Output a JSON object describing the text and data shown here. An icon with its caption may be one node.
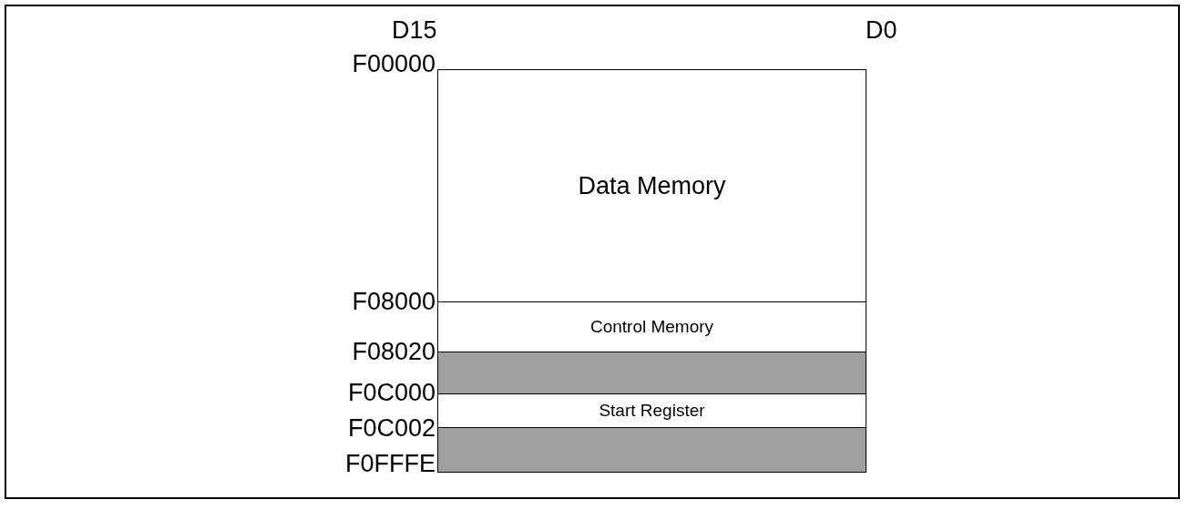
{
  "diagram": {
    "nodes": [
      {
        "text": [
          "Data Memory"
        ]
      },
      {
        "text": [
          "Control Memory"
        ]
      },
      {
        "text": [],
        "shape": "box"
      },
      {
        "text": [
          "Start Register"
        ]
      },
      {
        "text": [],
        "shape": "box"
      }
    ],
    "labels": [
      "D15",
      "D0",
      "F00000",
      "F08000",
      "F08020",
      "F0C000",
      "F0C002",
      "F0FFFE"
    ]
  }
}
